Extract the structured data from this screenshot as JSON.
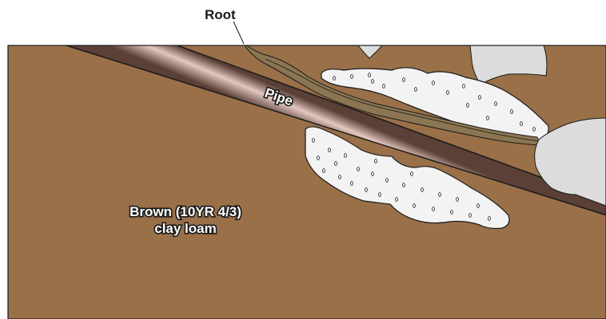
{
  "labels": {
    "root": "Root",
    "pipe": "Pipe",
    "soil_line1": "Brown (10YR 4/3)",
    "soil_line2": "clay loam"
  },
  "colors": {
    "soil": "#9a7049",
    "outline": "#1a1a1a",
    "gray_clast": "#dcdcdc",
    "white_pocket": "#f3f3f3",
    "root": "#8b7552",
    "pipe_dark": "#5a4036",
    "pipe_light": "#e3c7c0"
  }
}
